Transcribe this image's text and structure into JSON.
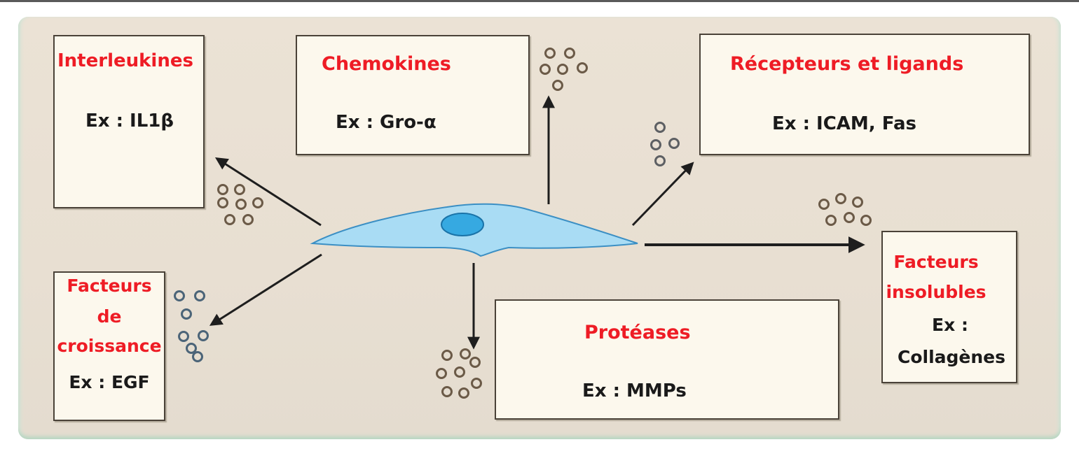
{
  "colors": {
    "title": "#ee1c25",
    "example": "#1a1a1a",
    "cell_fill": "#a9dcf4",
    "nucleus": "#36a9e1",
    "arrow": "#1e1e1e"
  },
  "categories": {
    "interleukines": {
      "title": "Interleukines",
      "example": "Ex : IL1β"
    },
    "chemokines": {
      "title": "Chemokines",
      "example": "Ex : Gro-α"
    },
    "recepteurs": {
      "title": "Récepteurs et ligands",
      "example": "Ex : ICAM, Fas"
    },
    "facteurs_croissance": {
      "title_lines": [
        "Facteurs",
        "de",
        "croissance"
      ],
      "example": "Ex : EGF"
    },
    "proteases": {
      "title": "Protéases",
      "example": "Ex : MMPs"
    },
    "facteurs_insolubles": {
      "title_lines": [
        "Facteurs",
        "insolubles"
      ],
      "example_lines": [
        "Ex :",
        "Collagènes"
      ]
    }
  }
}
